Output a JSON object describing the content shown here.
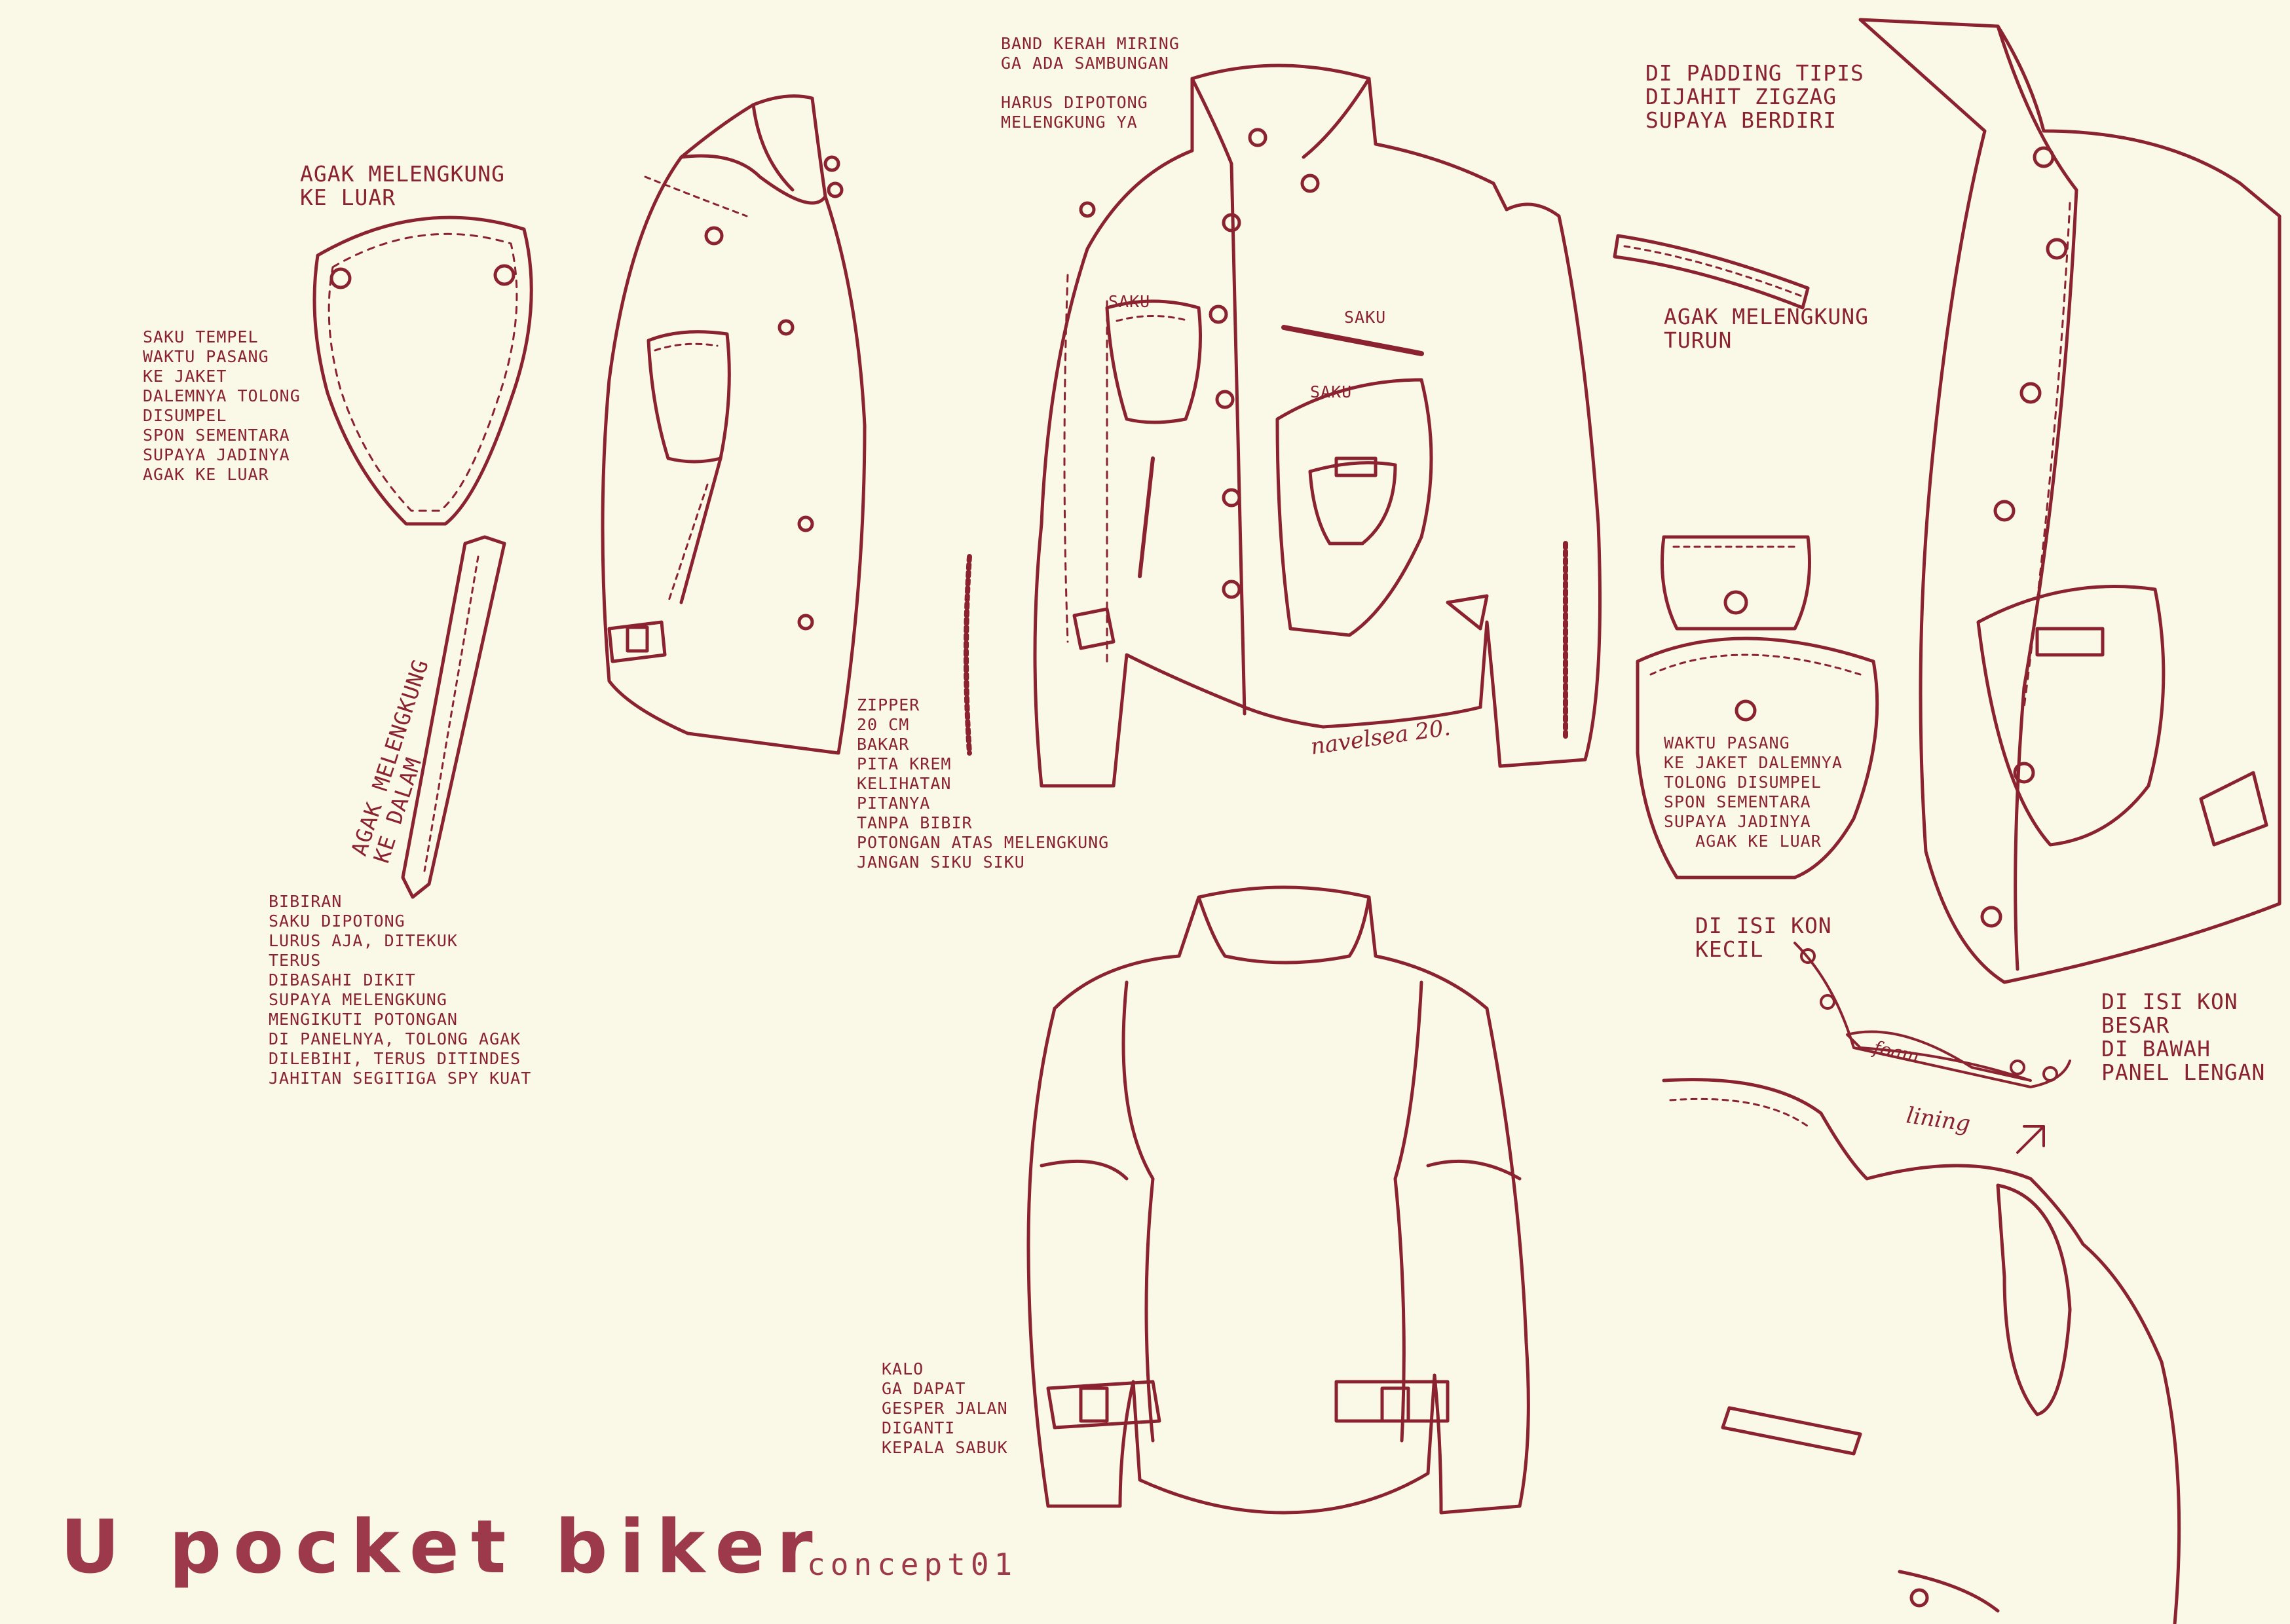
{
  "title": "U pocket biker",
  "subtitle": "concept01",
  "signature": "navelsea 20.",
  "labels": {
    "foam": "foam",
    "lining": "lining"
  },
  "notes": {
    "pocket_curve_out": "AGAK MELENGKUNG\nKE LUAR",
    "patch_pocket": "SAKU TEMPEL\nWAKTU PASANG\nKE JAKET\nDALEMNYA TOLONG\nDISUMPEL\nSPON SEMENTARA\nSUPAYA JADINYA\nAGAK KE LUAR",
    "curve_in": "AGAK MELENGKUNG\nKE DALAM",
    "welt": "BIBIRAN\nSAKU DIPOTONG\nLURUS AJA, DITEKUK\nTERUS\nDIBASAHI DIKIT\nSUPAYA MELENGKUNG\nMENGIKUTI POTONGAN\nDI PANELNYA, TOLONG AGAK\nDILEBIHI, TERUS DITINDES\nJAHITAN SEGITIGA SPY KUAT",
    "collar_band": "BAND KERAH MIRING\nGA ADA SAMBUNGAN",
    "cut_curve": "HARUS DIPOTONG\nMELENGKUNG YA",
    "saku_left": "SAKU",
    "saku_top": "SAKU",
    "saku_right": "SAKU",
    "zipper": "ZIPPER\n20 CM\nBAKAR\nPITA KREM\nKELIHATAN\nPITANYA\nTANPA BIBIR\nPOTONGAN ATAS MELENGKUNG\nJANGAN SIKU SIKU",
    "padding": "DI PADDING TIPIS\nDIJAHIT ZIGZAG\nSUPAYA BERDIRI",
    "curve_down": "AGAK MELENGKUNG\nTURUN",
    "flap_pocket": "WAKTU PASANG\nKE JAKET DALEMNYA\nTOLONG DISUMPEL\nSPON SEMENTARA\nSUPAYA JADINYA\n   AGAK KE LUAR",
    "small_foam": "DI ISI KON\nKECIL",
    "big_foam": "DI ISI KON\nBESAR\nDI BAWAH\nPANEL LENGAN",
    "buckle": "KALO\nGA DAPAT\nGESPER JALAN\nDIGANTI\nKEPALA SABUK"
  },
  "colors": {
    "paper": "#faf8e6",
    "ink": "#8a2230",
    "title_ink": "#9c3a4c"
  }
}
